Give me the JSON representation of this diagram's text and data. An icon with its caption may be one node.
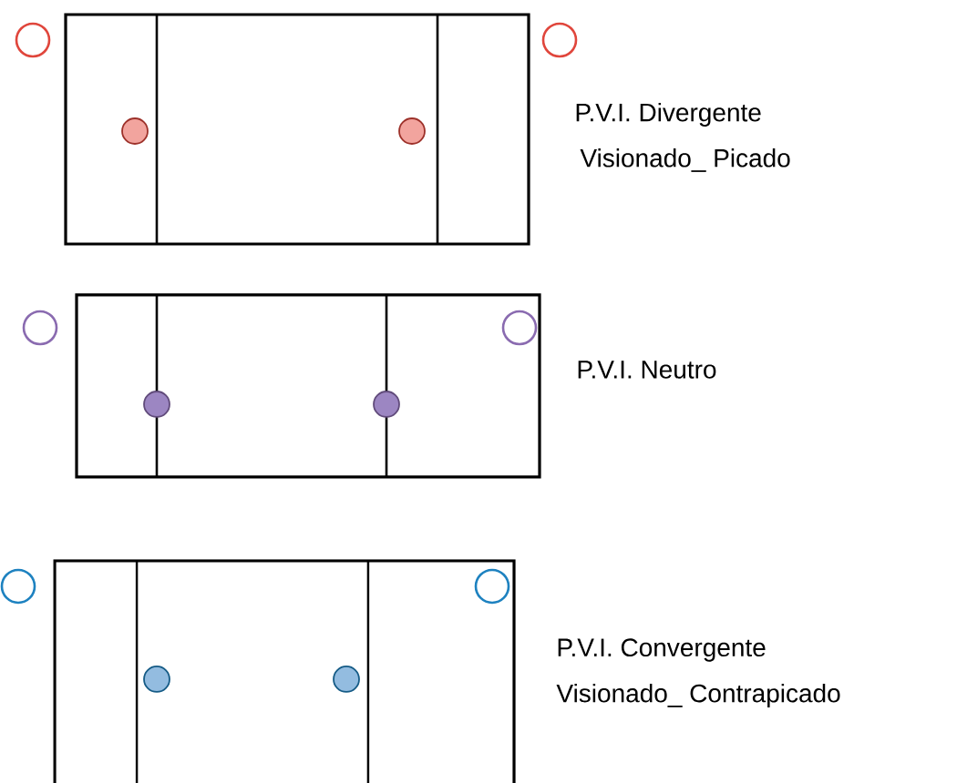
{
  "diagram": {
    "labels": [
      "P.V.I. Divergente",
      "Visionado_ Picado",
      "P.V.I. Neutro",
      "P.V.I. Convergente",
      "Visionado_ Contrapicado"
    ]
  }
}
